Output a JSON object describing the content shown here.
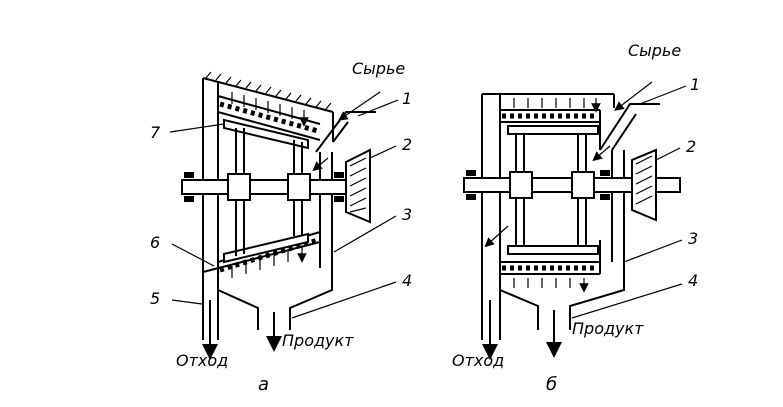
{
  "figure_a": {
    "caption": "а",
    "labels": {
      "feed": "Сырье",
      "waste": "Отход",
      "product": "Продукт",
      "n1": "1",
      "n2": "2",
      "n3": "3",
      "n4": "4",
      "n5": "5",
      "n6": "6",
      "n7": "7"
    }
  },
  "figure_b": {
    "caption": "б",
    "labels": {
      "feed": "Сырье",
      "waste": "Отход",
      "product": "Продукт",
      "n1": "1",
      "n2": "2",
      "n3": "3",
      "n4": "4"
    }
  }
}
